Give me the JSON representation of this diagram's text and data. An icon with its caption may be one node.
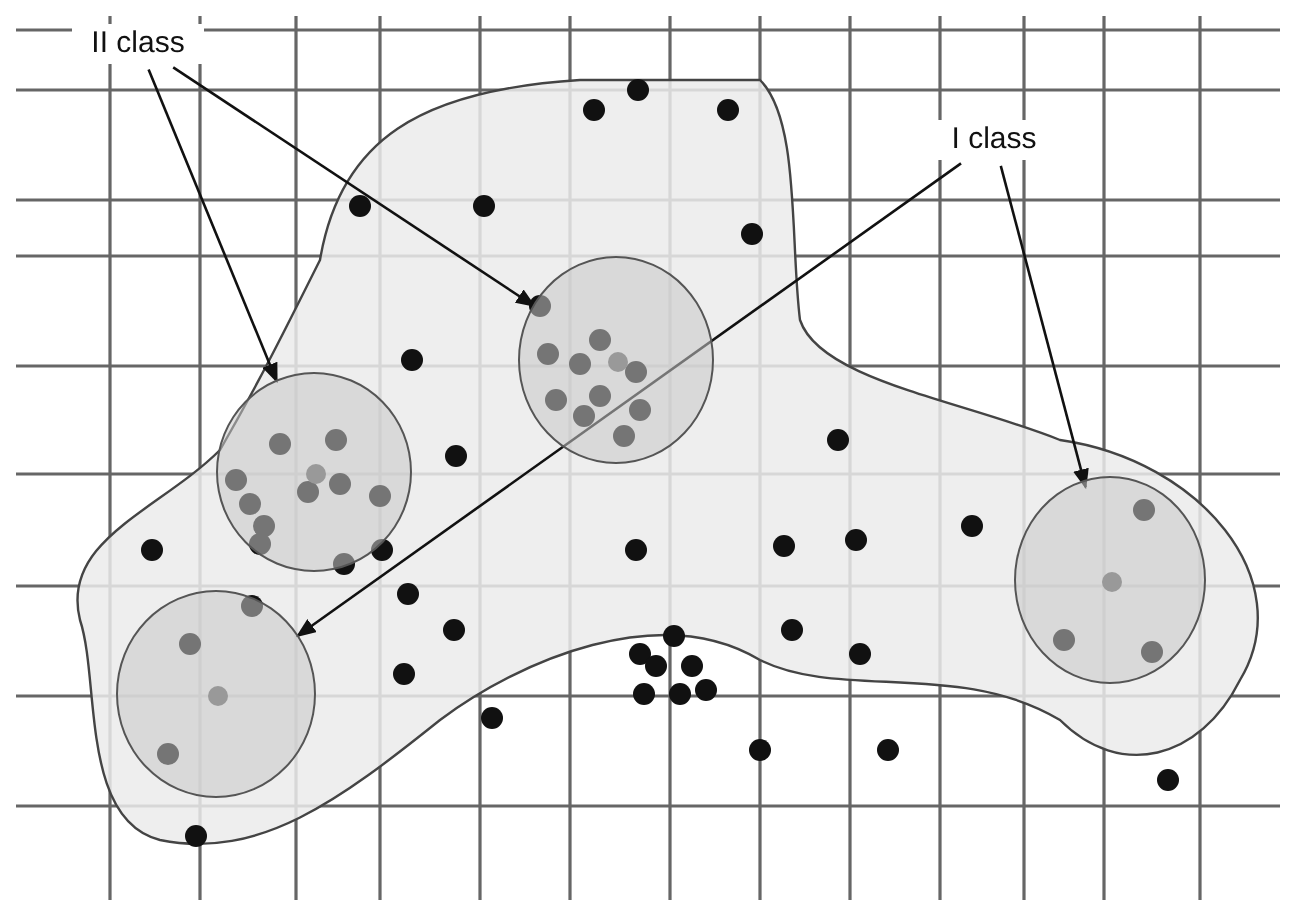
{
  "diagram": {
    "nodes": [
      {
        "text": [
          "II class"
        ]
      },
      {
        "text": [
          "I class"
        ]
      },
      {
        "text": [],
        "shape": "circle"
      },
      {
        "text": [],
        "shape": "circle"
      },
      {
        "text": [],
        "shape": "circle"
      },
      {
        "text": [],
        "shape": "circle"
      }
    ],
    "edges": [
      {
        "from": 0,
        "to": 2,
        "arrow": "to"
      },
      {
        "from": 0,
        "to": 3,
        "arrow": "to"
      },
      {
        "from": 1,
        "to": 5,
        "arrow": "to"
      },
      {
        "from": 1,
        "to": 4,
        "arrow": "to"
      }
    ]
  }
}
